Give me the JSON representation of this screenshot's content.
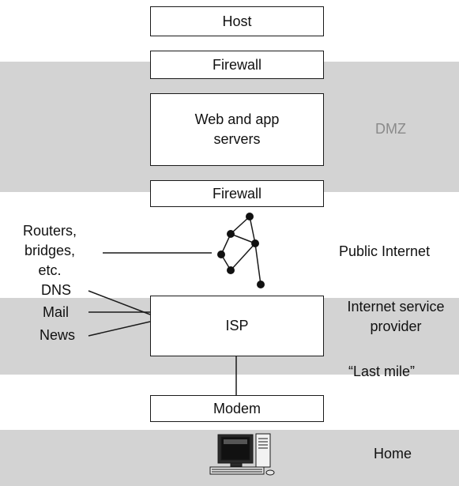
{
  "colors": {
    "band": "#d3d3d3",
    "line": "#1a1a1a",
    "zone_label_muted": "#8a8a8a"
  },
  "boxes": {
    "host": "Host",
    "firewall_top": "Firewall",
    "web_servers": "Web and app\nservers",
    "firewall_bottom": "Firewall",
    "isp": "ISP",
    "modem": "Modem"
  },
  "zones": {
    "dmz": "DMZ",
    "public_internet": "Public Internet",
    "isp_zone": "Internet service\nprovider",
    "last_mile": "“Last mile”",
    "home": "Home"
  },
  "labels": {
    "routers": "Routers,\nbridges,\netc.",
    "dns": "DNS",
    "mail": "Mail",
    "news": "News"
  },
  "icons": {
    "home_computer": "desktop-computer-icon",
    "network_graph": "router-network-icon"
  }
}
